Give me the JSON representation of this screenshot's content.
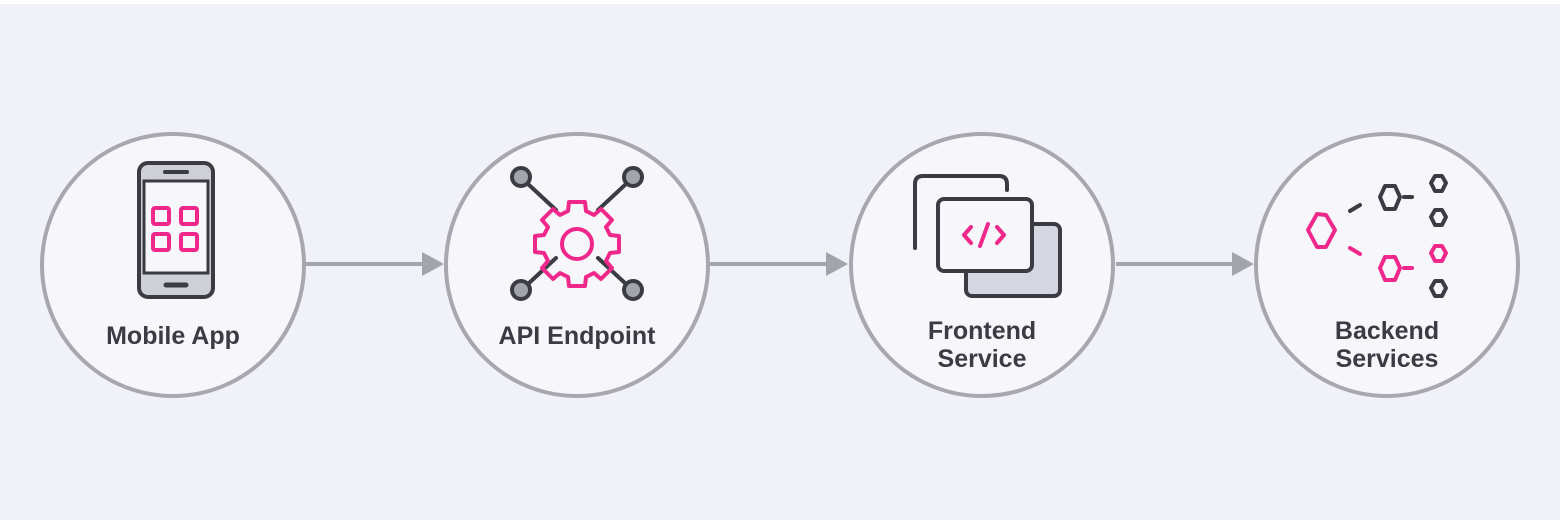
{
  "diagram": {
    "nodes": [
      {
        "id": "mobile-app",
        "label_lines": [
          "Mobile App"
        ],
        "icon": "smartphone-icon"
      },
      {
        "id": "api-endpoint",
        "label_lines": [
          "API Endpoint"
        ],
        "icon": "gear-network-icon"
      },
      {
        "id": "frontend-service",
        "label_lines": [
          "Frontend",
          "Service"
        ],
        "icon": "code-windows-icon"
      },
      {
        "id": "backend-services",
        "label_lines": [
          "Backend",
          "Services"
        ],
        "icon": "hexagon-graph-icon"
      }
    ],
    "edges": [
      {
        "from": "mobile-app",
        "to": "api-endpoint"
      },
      {
        "from": "api-endpoint",
        "to": "frontend-service"
      },
      {
        "from": "frontend-service",
        "to": "backend-services"
      }
    ]
  },
  "colors": {
    "background": "#f0f1f9",
    "node_fill": "#f7f7fb",
    "node_border": "#a8a7b0",
    "connector": "#a4a4ad",
    "icon_dark": "#3b3b44",
    "icon_accent": "#f0288c",
    "label": "#3b3b44"
  }
}
